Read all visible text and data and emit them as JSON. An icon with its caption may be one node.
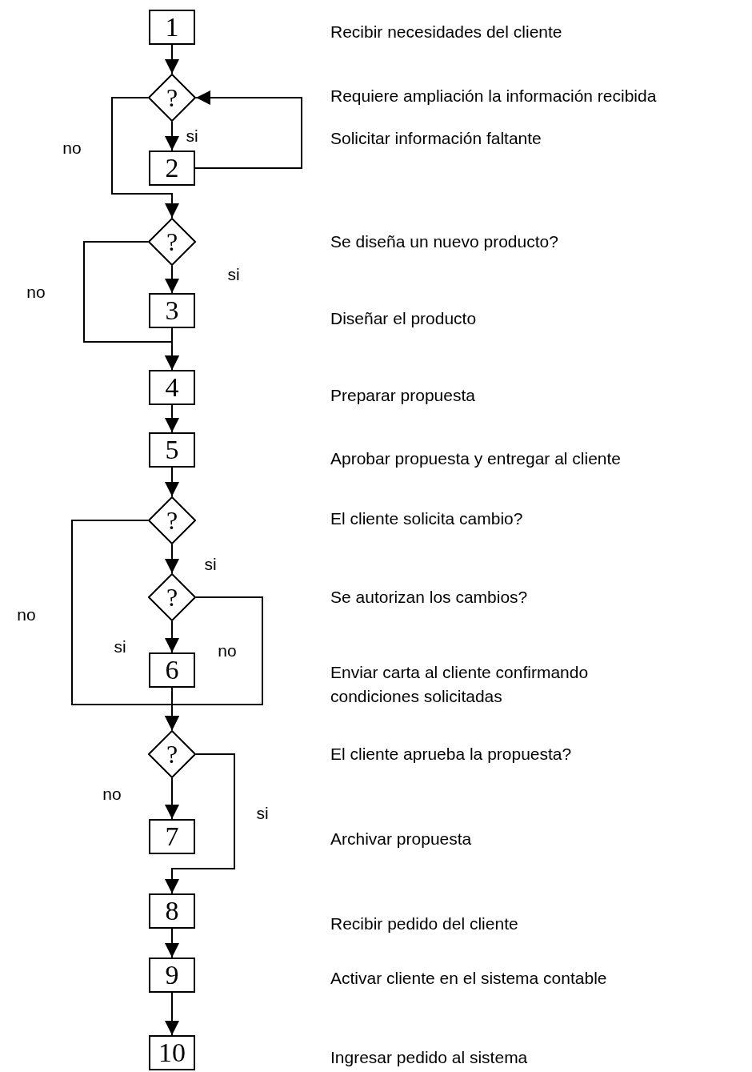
{
  "diagram": {
    "nodes": [
      {
        "text": [
          "1"
        ]
      },
      {
        "text": [
          "?"
        ]
      },
      {
        "text": [
          "2"
        ]
      },
      {
        "text": [
          "?"
        ]
      },
      {
        "text": [
          "3"
        ]
      },
      {
        "text": [
          "4"
        ]
      },
      {
        "text": [
          "5"
        ]
      },
      {
        "text": [
          "?"
        ]
      },
      {
        "text": [
          "?"
        ]
      },
      {
        "text": [
          "6"
        ]
      },
      {
        "text": [
          "?"
        ]
      },
      {
        "text": [
          "7"
        ]
      },
      {
        "text": [
          "8"
        ]
      },
      {
        "text": [
          "9"
        ]
      },
      {
        "text": [
          "10"
        ]
      }
    ],
    "edges": [
      {
        "from": 0,
        "to": 1,
        "arrow": "to"
      },
      {
        "from": 1,
        "to": 2,
        "arrow": "to",
        "label": "si"
      },
      {
        "from": 2,
        "to": 1,
        "arrow": "to"
      },
      {
        "from": 1,
        "to": 3,
        "arrow": "to",
        "label": "no"
      },
      {
        "from": 3,
        "to": 4,
        "arrow": "to",
        "label": "si"
      },
      {
        "from": 3,
        "to": 5,
        "arrow": "to",
        "label": "no"
      },
      {
        "from": 4,
        "to": 5,
        "arrow": "to"
      },
      {
        "from": 5,
        "to": 6,
        "arrow": "to"
      },
      {
        "from": 6,
        "to": 7,
        "arrow": "to"
      },
      {
        "from": 7,
        "to": 8,
        "arrow": "to",
        "label": "si"
      },
      {
        "from": 7,
        "to": 10,
        "arrow": "to",
        "label": "no"
      },
      {
        "from": 8,
        "to": 9,
        "arrow": "to",
        "label": "si"
      },
      {
        "from": 8,
        "to": 10,
        "arrow": "to",
        "label": "no"
      },
      {
        "from": 9,
        "to": 10,
        "arrow": "to"
      },
      {
        "from": 10,
        "to": 11,
        "arrow": "to",
        "label": "no"
      },
      {
        "from": 10,
        "to": 12,
        "arrow": "to",
        "label": "si"
      },
      {
        "from": 12,
        "to": 13,
        "arrow": "to"
      },
      {
        "from": 13,
        "to": 14,
        "arrow": "to"
      }
    ],
    "labels": [
      "Recibir necesidades del cliente",
      "Requiere ampliación la información recibida",
      "Solicitar información faltante",
      "Se diseña un nuevo producto?",
      "Diseñar el producto",
      "Preparar propuesta",
      "Aprobar propuesta y entregar al cliente",
      "El cliente solicita cambio?",
      "Se autorizan los cambios?",
      "Enviar carta al cliente confirmando condiciones solicitadas",
      "El cliente aprueba la propuesta?",
      "Archivar propuesta",
      "Recibir pedido del cliente",
      "Activar cliente en el sistema contable",
      "Ingresar pedido al sistema"
    ]
  }
}
